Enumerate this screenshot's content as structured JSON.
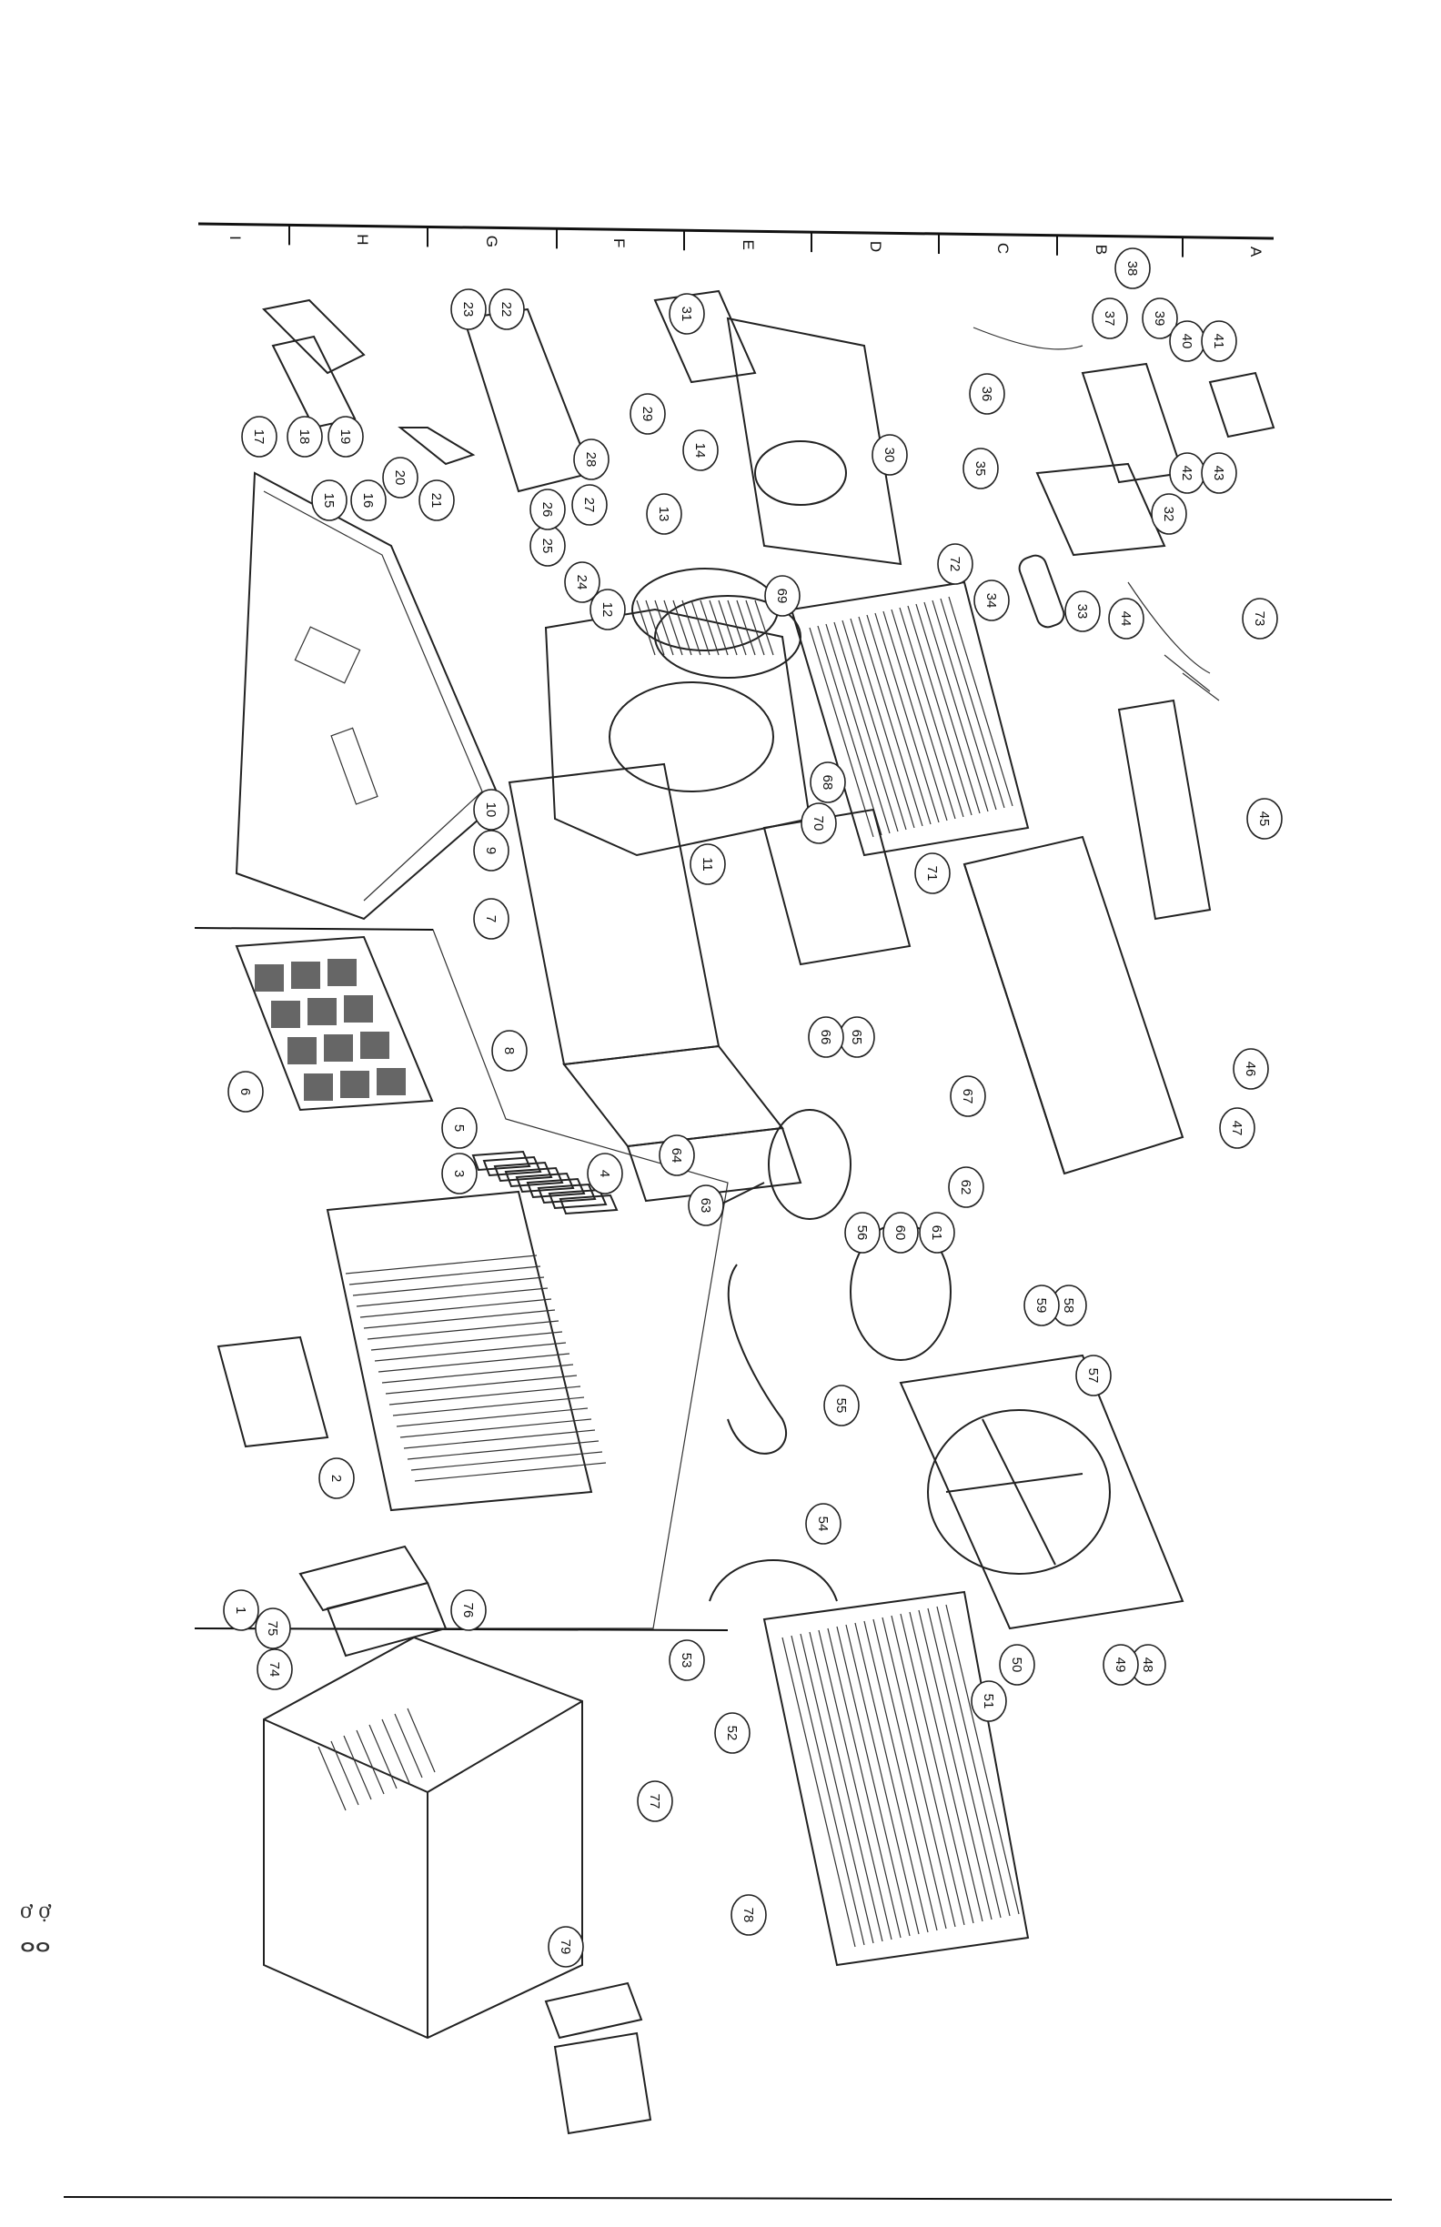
{
  "diagram": {
    "zone_letters": [
      "I",
      "H",
      "G",
      "F",
      "E",
      "D",
      "C",
      "B",
      "A"
    ],
    "corner_marks": [
      "ơ ợ",
      "ⴰⴰ"
    ],
    "callouts": [
      "1",
      "2",
      "3",
      "4",
      "5",
      "6",
      "7",
      "8",
      "9",
      "10",
      "11",
      "12",
      "13",
      "14",
      "15",
      "16",
      "17",
      "18",
      "19",
      "20",
      "21",
      "22",
      "23",
      "24",
      "25",
      "26",
      "27",
      "28",
      "29",
      "30",
      "31",
      "32",
      "33",
      "34",
      "35",
      "36",
      "37",
      "38",
      "39",
      "40",
      "41",
      "42",
      "43",
      "44",
      "45",
      "46",
      "47",
      "48",
      "49",
      "50",
      "51",
      "52",
      "53",
      "54",
      "55",
      "56",
      "57",
      "58",
      "59",
      "60",
      "61",
      "62",
      "63",
      "64",
      "65",
      "66",
      "67",
      "68",
      "69",
      "70",
      "71",
      "72",
      "73",
      "74",
      "75",
      "76",
      "77",
      "78",
      "79"
    ]
  }
}
